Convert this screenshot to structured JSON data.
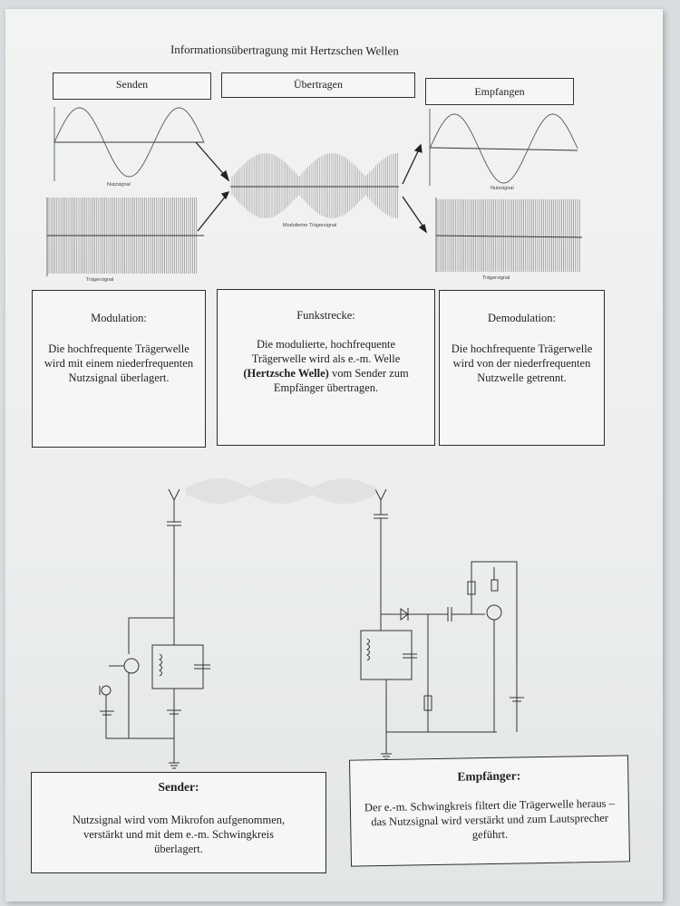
{
  "title": "Informationsübertragung mit Hertzschen Wellen",
  "headers": {
    "send": "Senden",
    "transmit": "Übertragen",
    "receive": "Empfangen"
  },
  "signal_labels": {
    "nutzsignal_left": "Nutzsignal",
    "traegersignal_left": "Trägersignal",
    "modulated": "Modulierter Trägersignal",
    "nutzsignal_right": "Nutzsignal",
    "traegersignal_right": "Trägersignal"
  },
  "boxes": {
    "modulation": {
      "heading": "Modulation:",
      "body": "Die hochfrequente Trägerwelle wird mit einem niederfrequenten Nutzsignal überlagert."
    },
    "funkstrecke": {
      "heading": "Funkstrecke:",
      "body_pre": "Die modulierte, hochfrequente Trägerwelle wird als e.-m. Welle",
      "body_bold": "(Hertzsche Welle)",
      "body_post": "vom Sender zum Empfänger übertragen."
    },
    "demodulation": {
      "heading": "Demodulation:",
      "body": "Die hochfrequente Trägerwelle wird von der niederfrequenten Nutzwelle getrennt."
    },
    "sender": {
      "heading": "Sender:",
      "body": "Nutzsignal wird vom Mikrofon aufgenommen, verstärkt und mit dem e.-m. Schwingkreis überlagert."
    },
    "empfaenger": {
      "heading": "Empfänger:",
      "body": "Der e.-m. Schwingkreis filtert die Trägerwelle heraus – das Nutzsignal wird verstärkt und zum Lautsprecher geführt."
    }
  }
}
